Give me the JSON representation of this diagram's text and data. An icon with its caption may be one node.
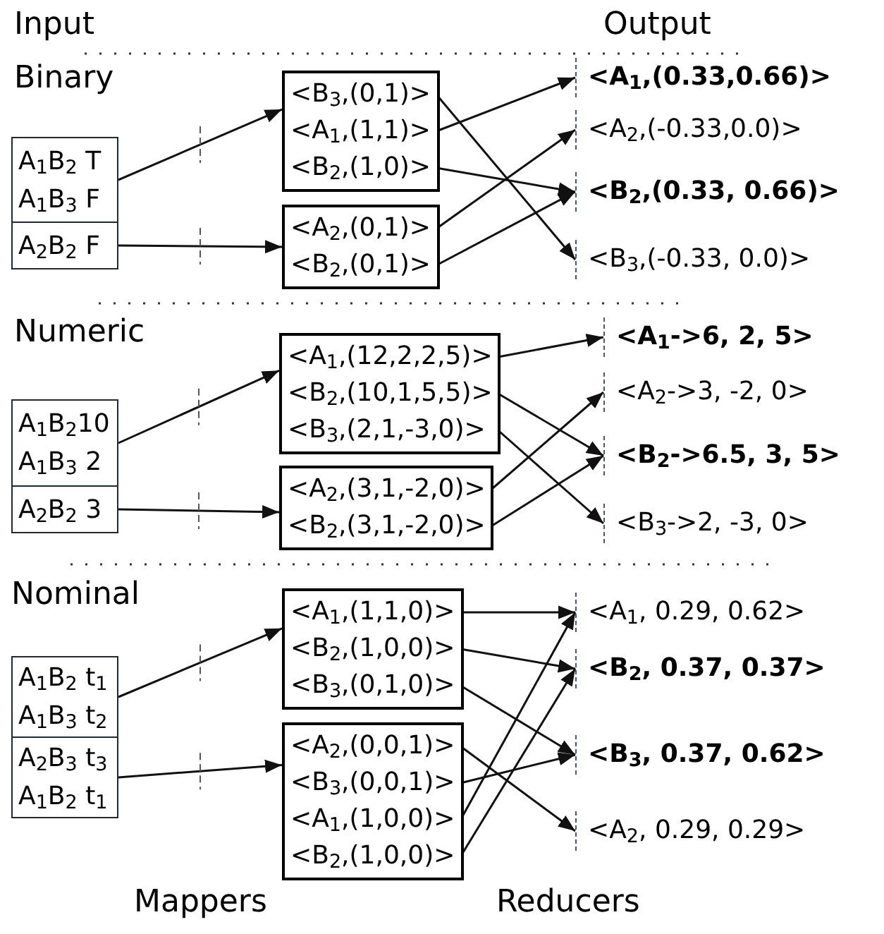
{
  "diagram": {
    "nodes": [
      {
        "text": [
          "A$_{1}$B$_{2}$ T",
          "A$_{1}$B$_{3}$ F"
        ]
      },
      {
        "text": [
          "A$_{2}$B$_{2}$ F"
        ]
      },
      {
        "text": [],
        "shape": "box"
      },
      {
        "text": [
          "<B$_{3}$,(0,1)>"
        ],
        "in": 2
      },
      {
        "text": [
          "<A$_{1}$,(1,1)>"
        ],
        "in": 2
      },
      {
        "text": [
          "<B$_{2}$,(1,0)>"
        ],
        "in": 2
      },
      {
        "text": [],
        "shape": "box"
      },
      {
        "text": [
          "<A$_{2}$,(0,1)>"
        ],
        "in": 6
      },
      {
        "text": [
          "<B$_{2}$,(0,1)>"
        ],
        "in": 6
      },
      {
        "text": [
          "<A$_{1}$,(0.33,0.66)>"
        ]
      },
      {
        "text": [
          "<A$_{2}$,(-0.33,0.0)>"
        ]
      },
      {
        "text": [
          "<B$_{2}$,(0.33, 0.66)>"
        ]
      },
      {
        "text": [
          "<B$_{3}$,(-0.33, 0.0)>"
        ]
      },
      {
        "text": [
          "A$_{1}$B$_{2}$10",
          "A$_{1}$B$_{3}$ 2"
        ]
      },
      {
        "text": [
          "A$_{2}$B$_{2}$ 3"
        ]
      },
      {
        "text": [],
        "shape": "box"
      },
      {
        "text": [
          "<A$_{1}$,(12,2,2,5)>"
        ],
        "in": 15
      },
      {
        "text": [
          "<B$_{2}$,(10,1,5,5)>"
        ],
        "in": 15
      },
      {
        "text": [
          "<B$_{3}$,(2,1,-3,0)>"
        ],
        "in": 15
      },
      {
        "text": [],
        "shape": "box"
      },
      {
        "text": [
          "<A$_{2}$,(3,1,-2,0)>"
        ],
        "in": 19
      },
      {
        "text": [
          "<B$_{2}$,(3,1,-2,0)>"
        ],
        "in": 19
      },
      {
        "text": [
          "<A$_{1}$->6, 2, 5>"
        ]
      },
      {
        "text": [
          "<A$_{2}$->3, -2, 0>"
        ]
      },
      {
        "text": [
          "<B$_{2}$->6.5, 3, 5>"
        ]
      },
      {
        "text": [
          "<B$_{3}$->2, -3, 0>"
        ]
      },
      {
        "text": [
          "A$_{1}$B$_{2}$ t$_{1}$",
          "A$_{1}$B$_{3}$ t$_{2}$"
        ]
      },
      {
        "text": [
          "A$_{2}$B$_{3}$ t$_{3}$",
          "A$_{1}$B$_{2}$ t$_{1}$"
        ]
      },
      {
        "text": [],
        "shape": "box"
      },
      {
        "text": [
          "<A$_{1}$,(1,1,0)>"
        ],
        "in": 28
      },
      {
        "text": [
          "<B$_{2}$,(1,0,0)>"
        ],
        "in": 28
      },
      {
        "text": [
          "<B$_{3}$,(0,1,0)>"
        ],
        "in": 28
      },
      {
        "text": [],
        "shape": "box"
      },
      {
        "text": [
          "<A$_{2}$,(0,0,1)>"
        ],
        "in": 32
      },
      {
        "text": [
          "<B$_{3}$,(0,0,1)>"
        ],
        "in": 32
      },
      {
        "text": [
          "<A$_{1}$,(1,0,0)>"
        ],
        "in": 32
      },
      {
        "text": [
          "<B$_{2}$,(1,0,0)>"
        ],
        "in": 32
      },
      {
        "text": [
          "<A$_{1}$, 0.29, 0.62>"
        ]
      },
      {
        "text": [
          "<B$_{2}$, 0.37, 0.37>"
        ]
      },
      {
        "text": [
          "<B$_{3}$, 0.37, 0.62>"
        ]
      },
      {
        "text": [
          "<A$_{2}$, 0.29, 0.29>"
        ]
      }
    ],
    "edges": [
      {
        "from": 0,
        "to": 2,
        "arrow": "to"
      },
      {
        "from": 1,
        "to": 6,
        "arrow": "to"
      },
      {
        "from": 3,
        "to": 12,
        "arrow": "to"
      },
      {
        "from": 4,
        "to": 9,
        "arrow": "to"
      },
      {
        "from": 5,
        "to": 11,
        "arrow": "to"
      },
      {
        "from": 7,
        "to": 10,
        "arrow": "to"
      },
      {
        "from": 8,
        "to": 11,
        "arrow": "to"
      },
      {
        "from": 13,
        "to": 15,
        "arrow": "to"
      },
      {
        "from": 14,
        "to": 19,
        "arrow": "to"
      },
      {
        "from": 16,
        "to": 22,
        "arrow": "to"
      },
      {
        "from": 17,
        "to": 24,
        "arrow": "to"
      },
      {
        "from": 18,
        "to": 25,
        "arrow": "to"
      },
      {
        "from": 20,
        "to": 23,
        "arrow": "to"
      },
      {
        "from": 21,
        "to": 24,
        "arrow": "to"
      },
      {
        "from": 26,
        "to": 28,
        "arrow": "to"
      },
      {
        "from": 27,
        "to": 32,
        "arrow": "to"
      },
      {
        "from": 29,
        "to": 37,
        "arrow": "to"
      },
      {
        "from": 30,
        "to": 38,
        "arrow": "to"
      },
      {
        "from": 31,
        "to": 39,
        "arrow": "to"
      },
      {
        "from": 33,
        "to": 40,
        "arrow": "to"
      },
      {
        "from": 34,
        "to": 39,
        "arrow": "to"
      },
      {
        "from": 35,
        "to": 37,
        "arrow": "to"
      },
      {
        "from": 36,
        "to": 38,
        "arrow": "to"
      }
    ],
    "labels": [
      "Input",
      "Output",
      "Binary",
      "Numeric",
      "Nominal",
      "Mappers",
      "Reducers"
    ]
  }
}
